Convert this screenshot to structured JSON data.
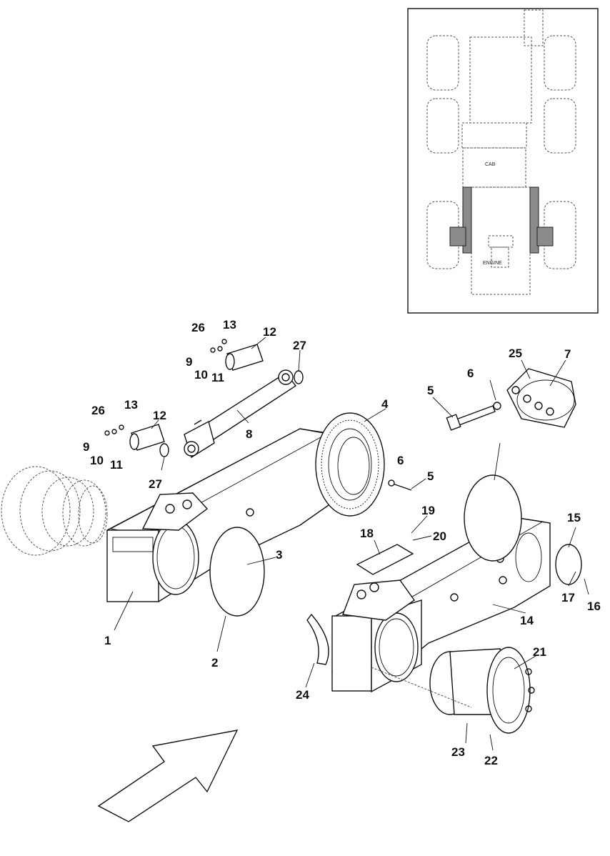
{
  "inset": {
    "cab_label": "CAB",
    "engine_label": "ENGINE"
  },
  "callouts": [
    {
      "id": "c1",
      "text": "1"
    },
    {
      "id": "c2",
      "text": "2"
    },
    {
      "id": "c3",
      "text": "3"
    },
    {
      "id": "c4",
      "text": "4"
    },
    {
      "id": "c5a",
      "text": "5"
    },
    {
      "id": "c5b",
      "text": "5"
    },
    {
      "id": "c6a",
      "text": "6"
    },
    {
      "id": "c6b",
      "text": "6"
    },
    {
      "id": "c7",
      "text": "7"
    },
    {
      "id": "c8",
      "text": "8"
    },
    {
      "id": "c9a",
      "text": "9"
    },
    {
      "id": "c9b",
      "text": "9"
    },
    {
      "id": "c10a",
      "text": "10"
    },
    {
      "id": "c10b",
      "text": "10"
    },
    {
      "id": "c11a",
      "text": "11"
    },
    {
      "id": "c11b",
      "text": "11"
    },
    {
      "id": "c12a",
      "text": "12"
    },
    {
      "id": "c12b",
      "text": "12"
    },
    {
      "id": "c13a",
      "text": "13"
    },
    {
      "id": "c13b",
      "text": "13"
    },
    {
      "id": "c14",
      "text": "14"
    },
    {
      "id": "c15",
      "text": "15"
    },
    {
      "id": "c16",
      "text": "16"
    },
    {
      "id": "c17",
      "text": "17"
    },
    {
      "id": "c18",
      "text": "18"
    },
    {
      "id": "c19",
      "text": "19"
    },
    {
      "id": "c20",
      "text": "20"
    },
    {
      "id": "c21",
      "text": "21"
    },
    {
      "id": "c22",
      "text": "22"
    },
    {
      "id": "c23",
      "text": "23"
    },
    {
      "id": "c24",
      "text": "24"
    },
    {
      "id": "c25",
      "text": "25"
    },
    {
      "id": "c26a",
      "text": "26"
    },
    {
      "id": "c26b",
      "text": "26"
    },
    {
      "id": "c27a",
      "text": "27"
    },
    {
      "id": "c27b",
      "text": "27"
    }
  ]
}
